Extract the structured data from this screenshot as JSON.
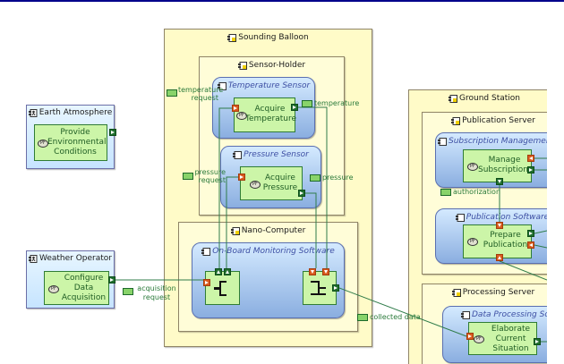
{
  "diagram": {
    "physical_components": {
      "sounding_balloon": "Sounding Balloon",
      "sensor_holder": "Sensor-Holder",
      "nano_computer": "Nano-Computer",
      "ground_station": "Ground Station",
      "publication_server": "Publication Server",
      "processing_server": "Processing Server"
    },
    "actors": {
      "earth_atmosphere": "Earth Atmosphere",
      "weather_operator": "Weather Operator"
    },
    "behavior_components": {
      "temperature_sensor": "Temperature Sensor",
      "pressure_sensor": "Pressure Sensor",
      "on_board_monitoring": "On-Board Monitoring Software",
      "subscription_management": "Subscription Management Software",
      "publication_software": "Publication Software",
      "data_processing": "Data Processing Software"
    },
    "functions": {
      "provide_conditions": "Provide Environmental Conditions",
      "configure_acquisition": "Configure Data Acquisition",
      "acquire_temperature": "Acquire Temperature",
      "acquire_pressure": "Acquire Pressure",
      "manage_subscriptions": "Manage Subscriptions",
      "prepare_publication": "Prepare Publication",
      "elaborate_situation": "Elaborate Current Situation"
    },
    "function_badge": "PF",
    "exchanges": {
      "temperature_request": "temperature request",
      "temperature": "temperature",
      "pressure_request": "pressure request",
      "pressure": "pressure",
      "acquisition_request": "acquisition request",
      "collected_data": "collected data",
      "authorization": "authorization"
    },
    "colors": {
      "physical_fill": "#fffdd8",
      "actor_fill": "#d6eeff",
      "behavior_fill": "#a9c7ef",
      "function_fill": "#ccf5a8",
      "exchange_line": "#2f7c4a",
      "port_out": "#1f6e2e",
      "port_in": "#d95a1c",
      "header_bar": "#00008b"
    }
  }
}
